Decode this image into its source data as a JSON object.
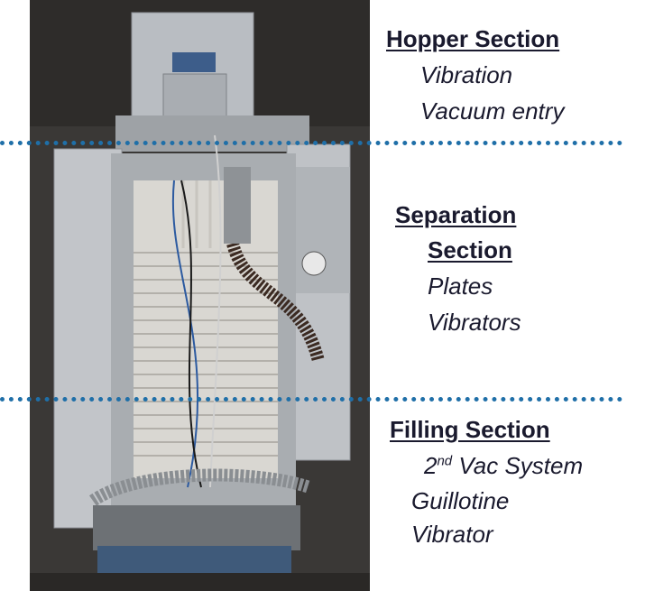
{
  "sections": {
    "hopper": {
      "heading": "Hopper Section",
      "items": [
        "Vibration",
        "Vacuum entry"
      ]
    },
    "separation": {
      "heading_line1": "Separation",
      "heading_line2": "Section",
      "items": [
        "Plates",
        "Vibrators"
      ]
    },
    "filling": {
      "heading": "Filling Section",
      "vac_prefix": "2",
      "vac_sup": "nd",
      "vac_rest": " Vac System",
      "items": [
        "Guillotine",
        "Vibrator"
      ]
    }
  },
  "colors": {
    "divider": "#1f6fa8",
    "text": "#1a1a2e"
  },
  "photo": {
    "subject": "vibratory separation machine with hopper, plate stack and filling unit"
  }
}
